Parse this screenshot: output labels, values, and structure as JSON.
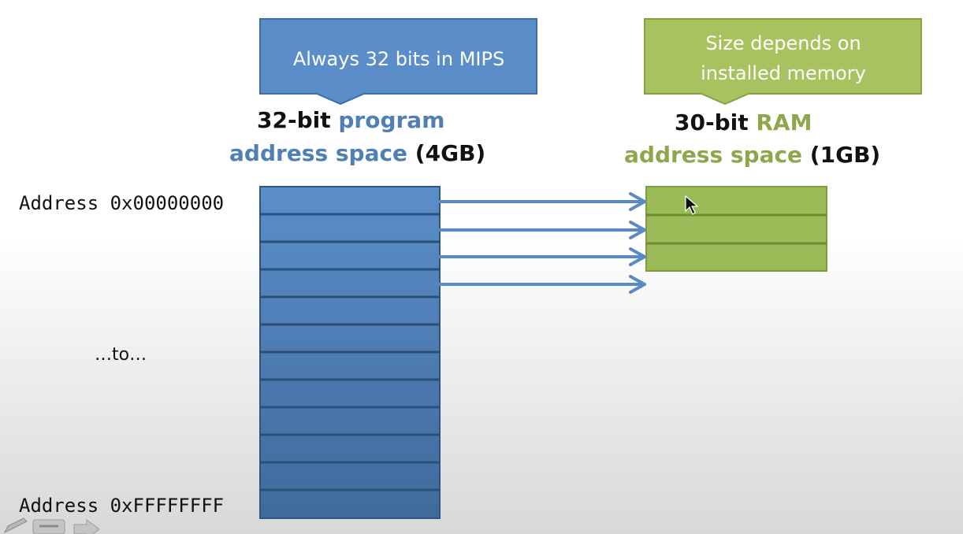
{
  "slide": {
    "program_callout": "Always 32 bits in MIPS",
    "ram_callout_line1": "Size depends on",
    "ram_callout_line2": "installed memory",
    "program_heading": {
      "part1": "32-bit ",
      "part2": "program",
      "part3": "address space",
      "part4": " (4GB)"
    },
    "ram_heading": {
      "part1": "30-bit ",
      "part2": "RAM",
      "part3": "address space",
      "part4": " (1GB)"
    },
    "address_start": "Address 0x00000000",
    "address_end": "Address 0xFFFFFFFF",
    "ellipsis_label": "…to…"
  },
  "program_space": {
    "row_count": 12,
    "color": "#4b77ad"
  },
  "ram_space": {
    "row_count": 3,
    "color": "#9bbb59"
  },
  "mapping_arrows": {
    "count": 4,
    "color": "#5a8ac6"
  },
  "colors": {
    "program_blue": "#4f81bd",
    "ram_green": "#9bbb59",
    "heading_blue": "#4f7fb3",
    "heading_green": "#8ea74a"
  },
  "toolbar": {
    "icons": [
      "pen-icon",
      "menu-icon",
      "next-arrow-icon"
    ]
  }
}
